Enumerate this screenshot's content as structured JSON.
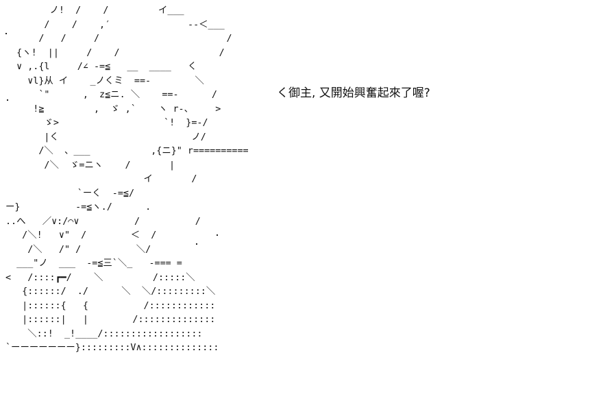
{
  "speech": {
    "text": "く御主, 又開始興奮起來了喔?"
  },
  "art_lines": [
    "        ノ!  /    /         イ___",
    "       /    /    ,′              --＜___",
    "      /   /     /                       /",
    "  {ヽ!  ||     /    /                  /",
    "  ∨ ,.{l     /∠ -=≦   __  ____   く",
    "    ∨l}从 イ    _ノくミ  ==-        ＼",
    "      `\"      ,  z≦ニ. ＼    ==-      /",
    "     !≧         ,  ゞ ,`    ヽ r-、    >",
    "       ゞ>                   `!  }=-/",
    "       |く                        ノ/",
    "      /＼  、___           ,{ニ}\" r==========",
    "       /＼  ゞ=ニヽ    /       |",
    "                         イ       /",
    "             `ーく  -=≦/",
    "ー}          -=≦ヽ./      .",
    "..へ   ／∨:/⌒∨          /          /",
    "   /＼!   ∨\"  /        ＜  /",
    "    /＼   /\" /          ＼/",
    "  ___\"ノ  ___  -=≦三`＼_   -=== =",
    "<   /::::┏━/    ＼         /:::::＼",
    "   {::::::/  ./      ＼  ＼/:::::::::＼",
    "   |::::::{   {          /::::::::::::",
    "   |::::::|   |        /::::::::::::::",
    "    ＼::!  _!____/::::::::::::::::::",
    "`ーーーーーーー}:::::::::V∧::::::::::::::"
  ]
}
